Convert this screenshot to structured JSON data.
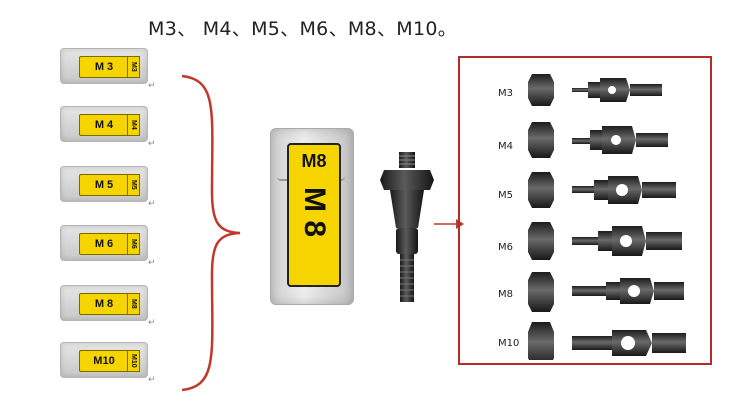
{
  "header": {
    "sizes_line": "M3、 M4、M5、M6、M8、M10。"
  },
  "packs": [
    {
      "front": "M 3",
      "side": "M3"
    },
    {
      "front": "M 4",
      "side": "M4"
    },
    {
      "front": "M 5",
      "side": "M5"
    },
    {
      "front": "M 6",
      "side": "M6"
    },
    {
      "front": "M 8",
      "side": "M8"
    },
    {
      "front": "M10",
      "side": "M10"
    }
  ],
  "return_mark": "↵",
  "big_pack": {
    "line1": "M8",
    "line2": "M 8"
  },
  "mandrels": [
    {
      "label": "M3"
    },
    {
      "label": "M4"
    },
    {
      "label": "M5"
    },
    {
      "label": "M6"
    },
    {
      "label": "M8"
    },
    {
      "label": "M10"
    }
  ],
  "colors": {
    "label_yellow": "#f5d400",
    "frame_red": "#b52a2a",
    "arrow_red": "#c0392b",
    "brace_red": "#c0392b"
  }
}
